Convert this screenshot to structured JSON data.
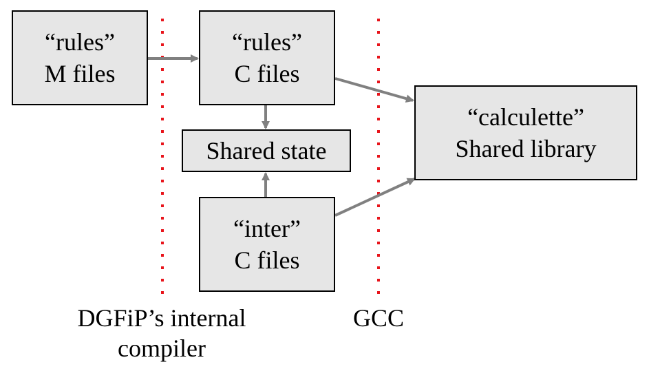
{
  "nodes": {
    "rules_m": {
      "line1": "“rules”",
      "line2": "M files"
    },
    "rules_c": {
      "line1": "“rules”",
      "line2": "C files"
    },
    "shared_state": {
      "line1": "Shared state"
    },
    "inter_c": {
      "line1": "“inter”",
      "line2": "C files"
    },
    "calculette": {
      "line1": "“calculette”",
      "line2": "Shared library"
    }
  },
  "stages": {
    "dgfip": {
      "line1": "DGFiP’s internal",
      "line2": "compiler"
    },
    "gcc": {
      "line1": "GCC"
    }
  },
  "colors": {
    "box_fill": "#e6e6e6",
    "box_border": "#000000",
    "arrow": "#808080",
    "separator": "#e8141b"
  }
}
